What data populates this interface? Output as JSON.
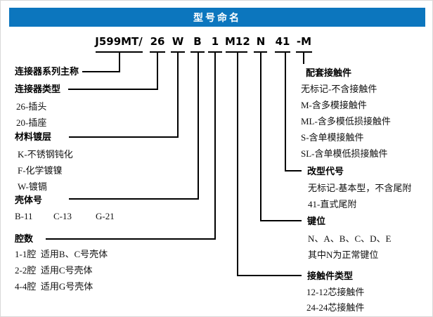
{
  "header": {
    "title": "型号命名",
    "bg_color": "#0c76be",
    "text_color": "#ffffff"
  },
  "part_number": {
    "full": "J599MT/ 26 W B 1 M12 N 41 -M",
    "segments": [
      "J599MT/",
      "26",
      "W",
      "B",
      "1",
      "M12",
      "N",
      "41",
      "-M"
    ]
  },
  "left": {
    "series": {
      "label": "连接器系列主称"
    },
    "type": {
      "label": "连接器类型",
      "items": [
        "26-插头",
        "20-插座"
      ]
    },
    "plating": {
      "label": "材料镀层",
      "items": [
        "K-不锈钢钝化",
        "F-化学镀镍",
        "W-镀镉"
      ]
    },
    "shell": {
      "label": "壳体号",
      "items": [
        "B-11",
        "C-13",
        "G-21"
      ]
    },
    "cavity": {
      "label": "腔数",
      "items": [
        "1-1腔  适用B、C号壳体",
        "2-2腔  适用C号壳体",
        "4-4腔  适用G号壳体"
      ]
    }
  },
  "right": {
    "mating": {
      "label": "配套接触件",
      "items": [
        "无标记-不含接触件",
        "M-含多模接触件",
        "ML-含多模低损接触件",
        "S-含单模接触件",
        "SL-含单模低损接触件"
      ]
    },
    "variant": {
      "label": "改型代号",
      "items": [
        "无标记-基本型，不含尾附",
        "41-直式尾附"
      ]
    },
    "key": {
      "label": "键位",
      "items": [
        "N、A、B、C、D、E",
        "其中N为正常键位"
      ]
    },
    "contact_type": {
      "label": "接触件类型",
      "items": [
        "12-12芯接触件",
        "24-24芯接触件"
      ]
    }
  }
}
